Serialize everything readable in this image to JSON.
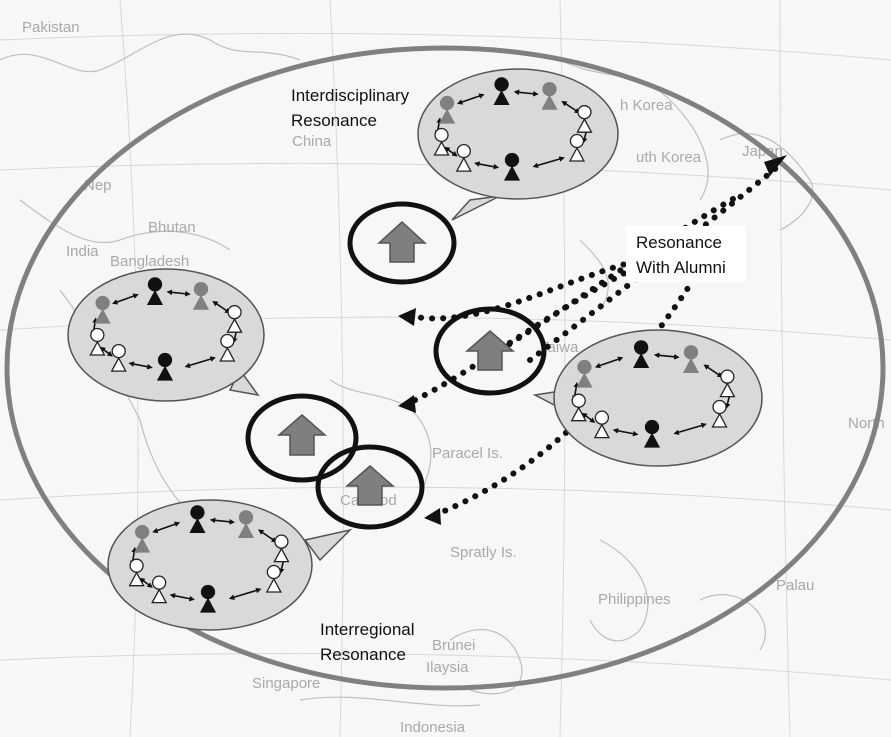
{
  "map_labels": {
    "pakistan": "Pakistan",
    "korea": "h Korea",
    "south_korea": "uth Korea",
    "china": "China",
    "japan": "Japan",
    "nepal": "Nep",
    "bhutan": "Bhutan",
    "india": "India",
    "bangladesh": "Bangladesh",
    "taiwan": "Taiwa",
    "north": "North",
    "paracel": "Paracel Is.",
    "cambodia": "Cambod",
    "spratly": "Spratly Is.",
    "palau": "Palau",
    "philippines": "Philippines",
    "brunei": "Brunei",
    "malaysia": "Ilaysia",
    "singapore": "Singapore",
    "indonesia": "Indonesia"
  },
  "diagram_labels": {
    "interdisciplinary": [
      "Interdisciplinary",
      "Resonance"
    ],
    "alumni": [
      "Resonance",
      "With Alumni"
    ],
    "interregional": [
      "Interregional",
      "Resonance"
    ]
  },
  "colors": {
    "ellipse": "#808080",
    "bubble_fill": "#d9d9d9",
    "person_dark": "#111111",
    "person_gray": "#808080",
    "person_white": "#ffffff",
    "arrow_fill": "#7f7f7f"
  },
  "icons": {
    "person": "person-icon",
    "house": "house-arrow-icon"
  }
}
